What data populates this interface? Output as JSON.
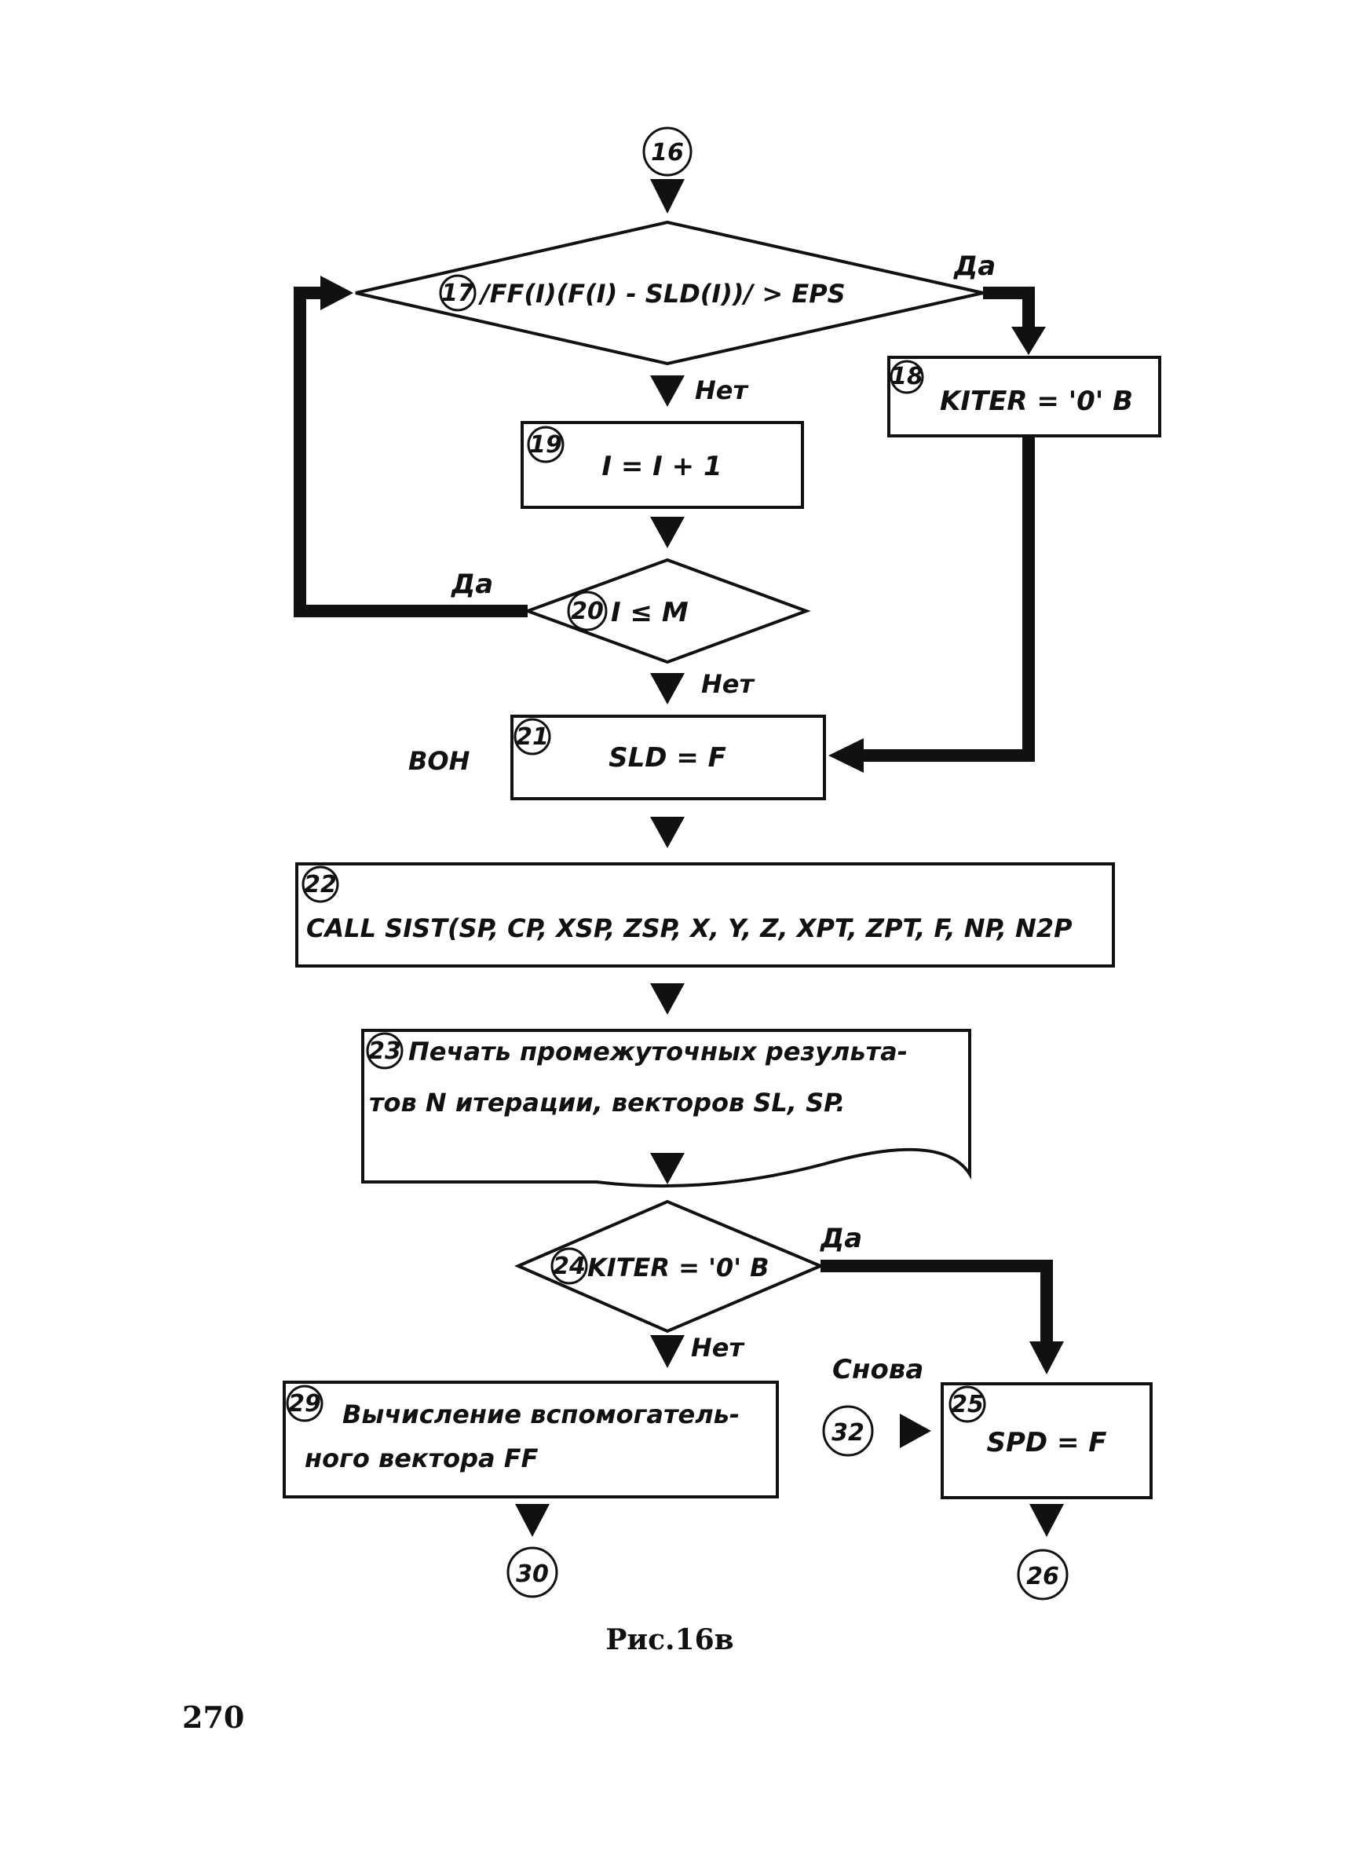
{
  "connectors": {
    "c16": "16",
    "c30": "30",
    "c26": "26",
    "c32": "32"
  },
  "blocks": {
    "b17": {
      "num": "17",
      "text": "/FF(I)(F(I) - SLD(I))/ > EPS"
    },
    "b18": {
      "num": "18",
      "text": "KITER = '0' B"
    },
    "b19": {
      "num": "19",
      "text": "I = I + 1"
    },
    "b20": {
      "num": "20",
      "text": "I ≤ M"
    },
    "b21": {
      "num": "21",
      "text": "SLD = F"
    },
    "b22": {
      "num": "22",
      "text": "CALL SIST(SP, CP, XSP, ZSP, X, Y, Z, XPT, ZPT, F, NP, N2P"
    },
    "b23": {
      "num": "23",
      "line1": "Печать промежуточных результа-",
      "line2": "тов  N итерации, векторов SL, SP."
    },
    "b24": {
      "num": "24",
      "text": "KITER = '0' B"
    },
    "b25": {
      "num": "25",
      "text": "SPD = F"
    },
    "b29": {
      "num": "29",
      "line1": "Вычисление вспомогатель-",
      "line2": "ного вектора FF"
    }
  },
  "labels": {
    "yes_17": "Да",
    "no_17": "Нет",
    "yes_20": "Да",
    "no_20": "Нет",
    "yes_24": "Да",
    "no_24": "Нет",
    "again": "Снова",
    "boh": "BOH"
  },
  "caption": "Рис.16в",
  "page_number": "270"
}
